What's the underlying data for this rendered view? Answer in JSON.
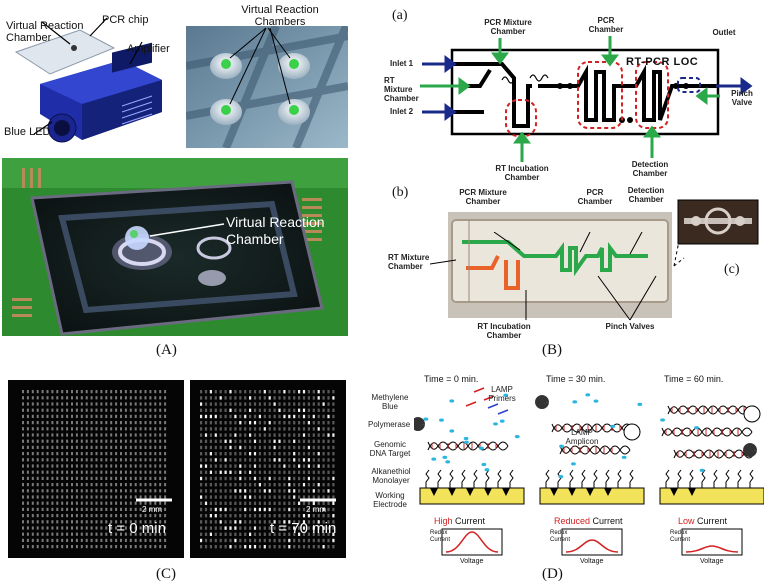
{
  "captions": {
    "A": "(A)",
    "B": "(B)",
    "C": "(C)",
    "D": "(D)"
  },
  "panelA": {
    "labels": {
      "virtual_reaction_chamber": "Virtual Reaction Chamber",
      "pcr_chip": "PCR chip",
      "amplifier": "Amplifier",
      "blue_led": "Blue LED",
      "chambers_title": "Virtual Reaction Chambers",
      "photo_label": "Virtual Reaction Chamber"
    },
    "colors": {
      "device_blue": "#1f2ea8",
      "droplet_green": "#3ad04a",
      "board_green": "#2e8a2e"
    }
  },
  "panelB": {
    "sub_a": "(a)",
    "sub_b": "(b)",
    "sub_c": "(c)",
    "diagram": {
      "pcr_mixture_chamber": "PCR Mixture Chamber",
      "pcr_chamber": "PCR Chamber",
      "outlet": "Outlet",
      "inlet1": "Inlet 1",
      "rt_mixture_chamber": "RT Mixture Chamber",
      "inlet2": "Inlet 2",
      "rt_pcr_loc": "RT-PCR LOC",
      "pinch_valve": "Pinch Valve",
      "rt_incubation_chamber": "RT Incubation Chamber",
      "detection_chamber": "Detection Chamber"
    },
    "photo": {
      "pcr_mixture_chamber": "PCR Mixture Chamber",
      "pcr_chamber": "PCR Chamber",
      "detection_chamber": "Detection Chamber",
      "rt_mixture_chamber": "RT Mixture Chamber",
      "rt_incubation_chamber": "RT Incubation Chamber",
      "pinch_valves": "Pinch Valves"
    },
    "colors": {
      "green": "#2aa84a",
      "red": "#d42020",
      "navy": "#1a2a8a",
      "orange": "#e8622a"
    }
  },
  "panelC": {
    "left": {
      "scale": "2 mm",
      "time": "t = 0 min"
    },
    "right": {
      "scale": "2 mm",
      "time": "t = 70 min"
    }
  },
  "panelD": {
    "times": [
      "Time = 0 min.",
      "Time = 30 min.",
      "Time = 60 min."
    ],
    "legend": {
      "methylene_blue": "Methylene Blue",
      "polymerase": "Polymerase",
      "genomic_dna": "Genomic DNA Target",
      "alkanethiol": "Alkanethiol Monolayer",
      "working_electrode": "Working Electrode"
    },
    "lamp_primers": "LAMP Primers",
    "lamp_amplicon": "LAMP Amplicon",
    "currents": [
      {
        "level": "High",
        "rest": " Current"
      },
      {
        "level": "Reduced",
        "rest": " Current"
      },
      {
        "level": "Low",
        "rest": " Current"
      }
    ],
    "axis_y": "Redox Current",
    "axis_x": "Voltage",
    "colors": {
      "dye": "#2bb6e0",
      "electrode": "#f2e35a",
      "current_red": "#d42020"
    }
  }
}
